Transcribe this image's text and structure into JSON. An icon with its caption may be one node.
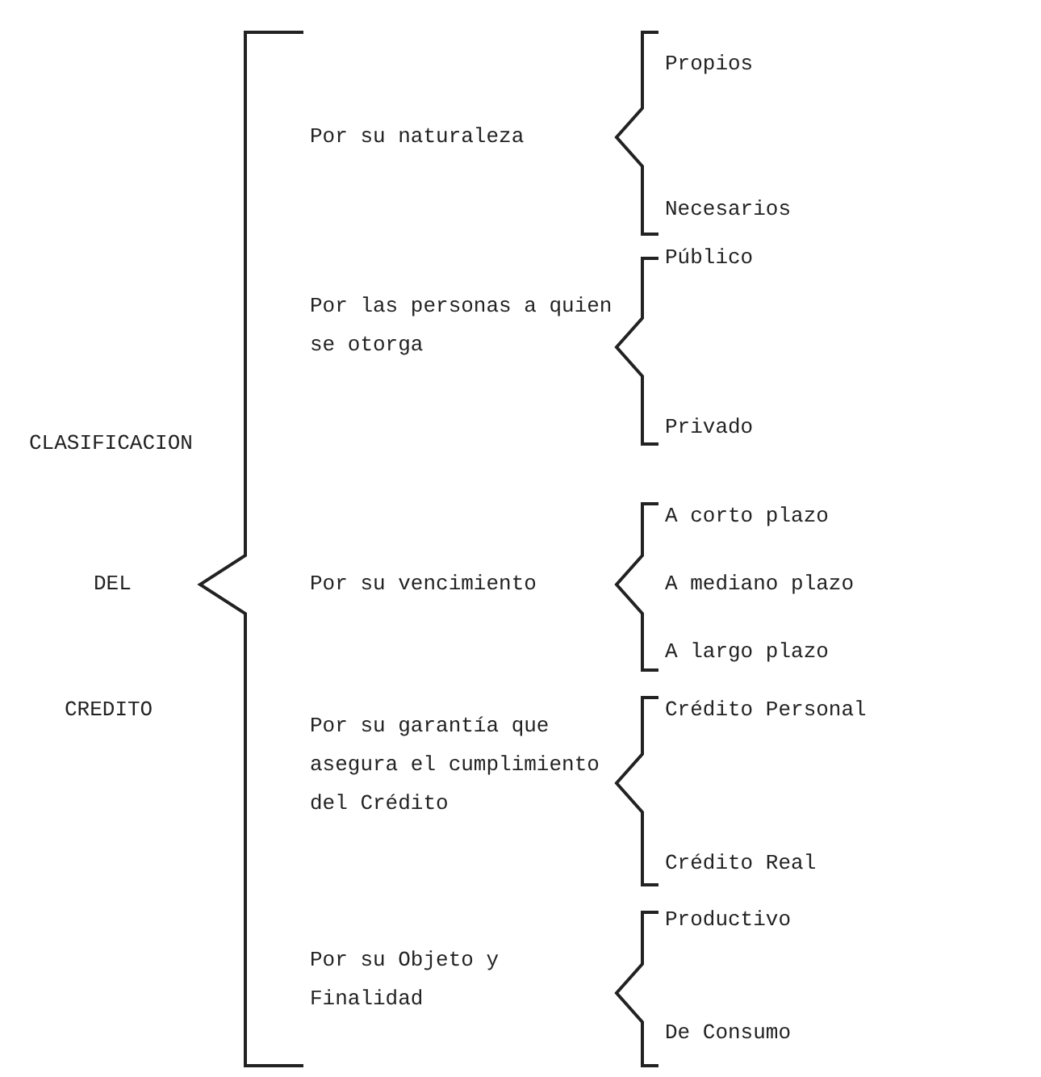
{
  "diagram": {
    "labels": [
      "CLASIFICACION",
      "DEL",
      "CREDITO",
      "Por su naturaleza",
      "Propios",
      "Necesarios",
      "Por las personas a quien se otorga",
      "Público",
      "Privado",
      "Por su vencimiento",
      "A corto plazo",
      "A mediano plazo",
      "A largo plazo",
      "Por su garantía que asegura el cumplimiento del Crédito",
      "Crédito Personal",
      "Crédito Real",
      "Por su Objeto y Finalidad",
      "Productivo",
      "De Consumo"
    ]
  }
}
